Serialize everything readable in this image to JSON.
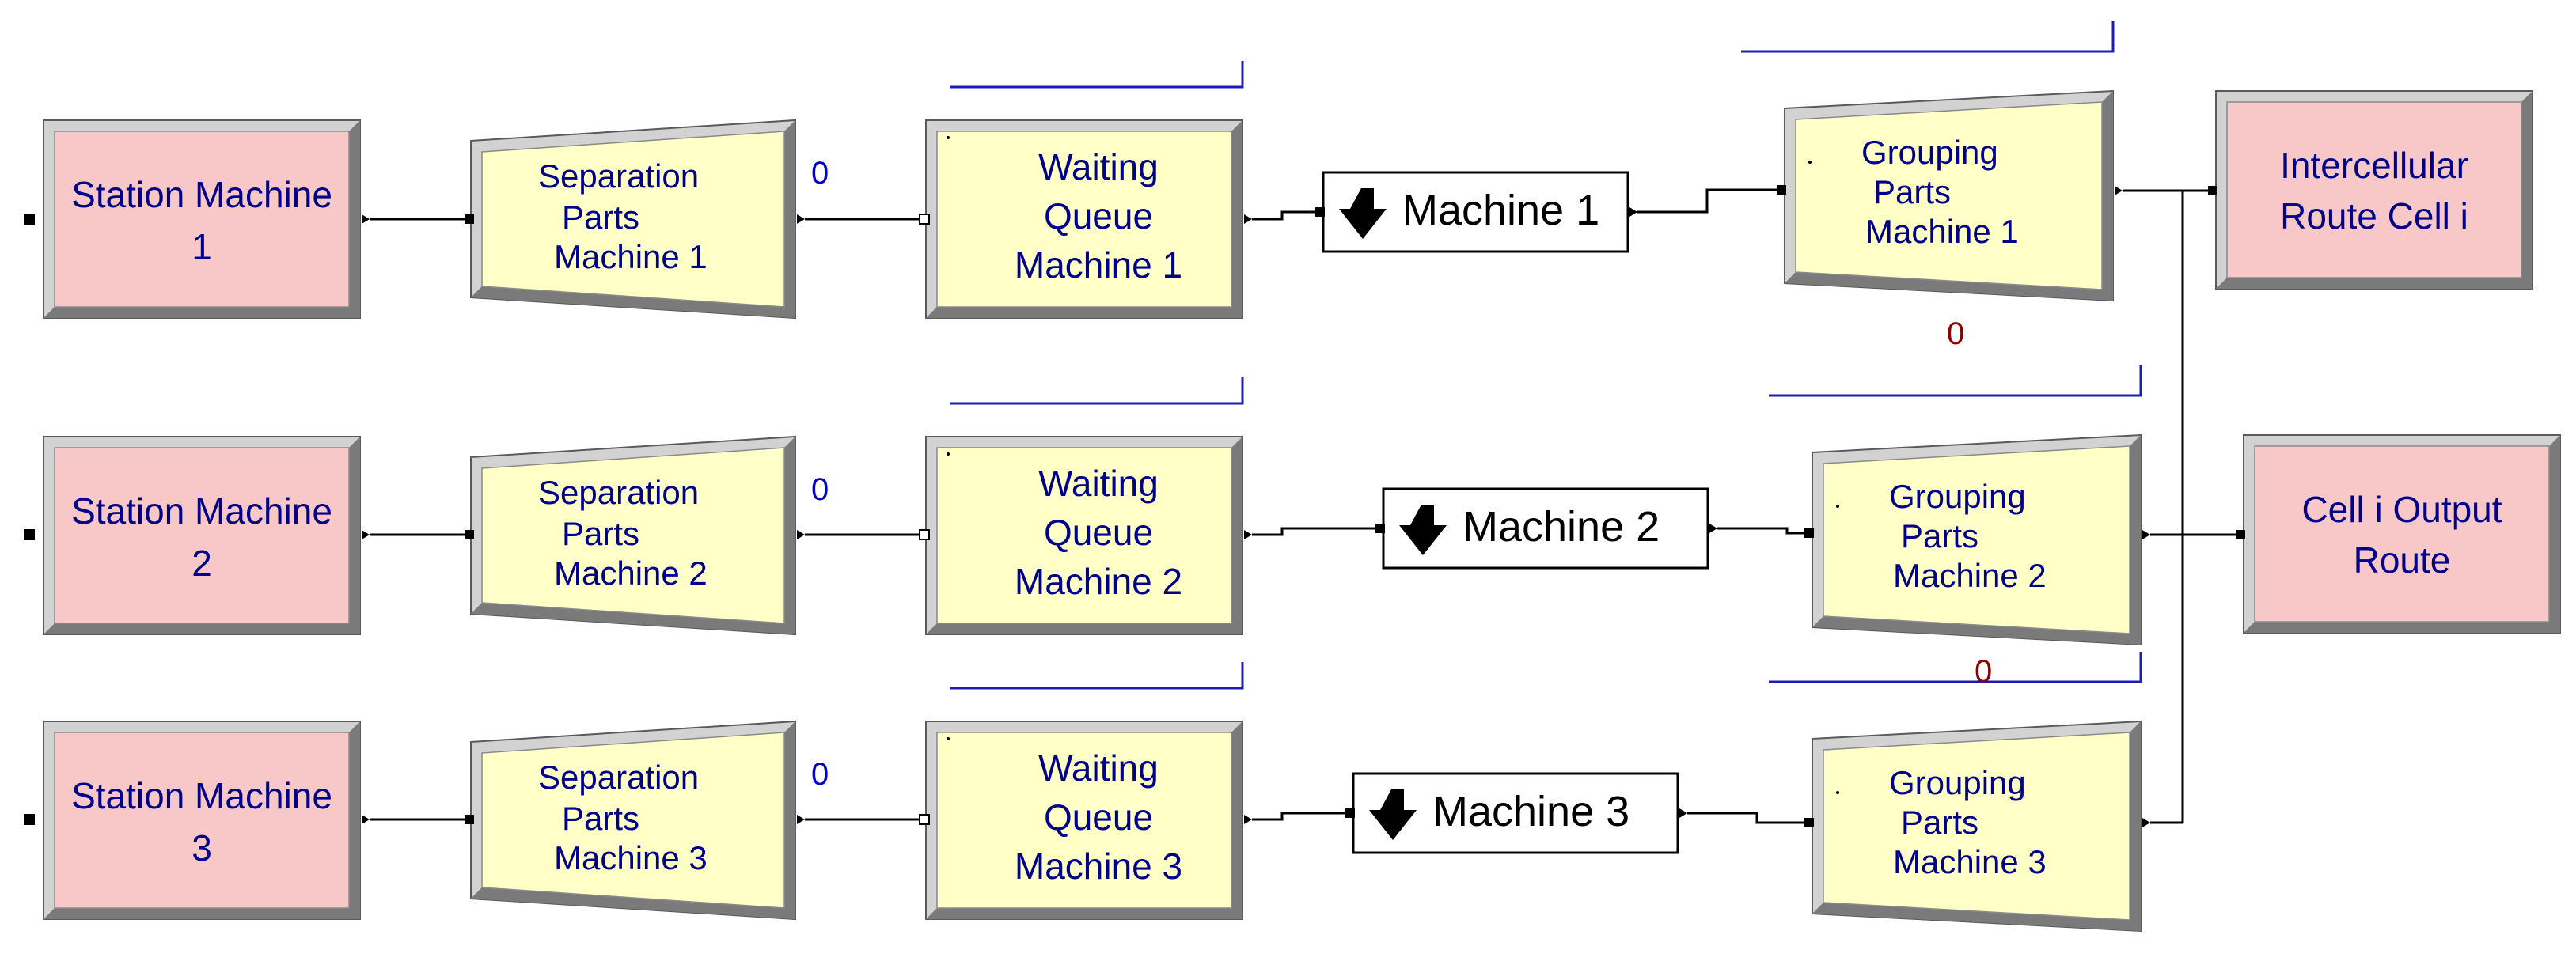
{
  "colors": {
    "station_fill": "#f8c8c8",
    "module_fill": "#ffffc8",
    "frame_light": "#d2d2d2",
    "frame_dark": "#7a7a7a",
    "text_blue": "#00008b",
    "counter_blue": "#0000cd",
    "counter_red": "#8b0000",
    "anim_line": "#1c1cb4",
    "connector": "#000000"
  },
  "rows": [
    {
      "station": [
        "Station Machine",
        "1"
      ],
      "separate": [
        "Separation",
        "Parts",
        "Machine 1"
      ],
      "separate_counter": "0",
      "queue": [
        "Waiting",
        "Queue",
        "Machine 1"
      ],
      "route": "Machine 1",
      "batch": [
        "Grouping",
        "Parts",
        "Machine 1"
      ]
    },
    {
      "station": [
        "Station Machine",
        "2"
      ],
      "separate": [
        "Separation",
        "Parts",
        "Machine 2"
      ],
      "separate_counter": "0",
      "queue": [
        "Waiting",
        "Queue",
        "Machine 2"
      ],
      "route": "Machine  2",
      "batch": [
        "Grouping",
        "Parts",
        "Machine 2"
      ]
    },
    {
      "station": [
        "Station Machine",
        "3"
      ],
      "separate": [
        "Separation",
        "Parts",
        "Machine 3"
      ],
      "separate_counter": "0",
      "queue": [
        "Waiting",
        "Queue",
        "Machine 3"
      ],
      "route": "Machine  3",
      "batch": [
        "Grouping",
        "Parts",
        "Machine 3"
      ]
    }
  ],
  "batch_counters": [
    "0",
    "0"
  ],
  "outputs": [
    [
      "Intercellular",
      "Route Cell i"
    ],
    [
      "Cell i Output",
      "Route"
    ]
  ]
}
